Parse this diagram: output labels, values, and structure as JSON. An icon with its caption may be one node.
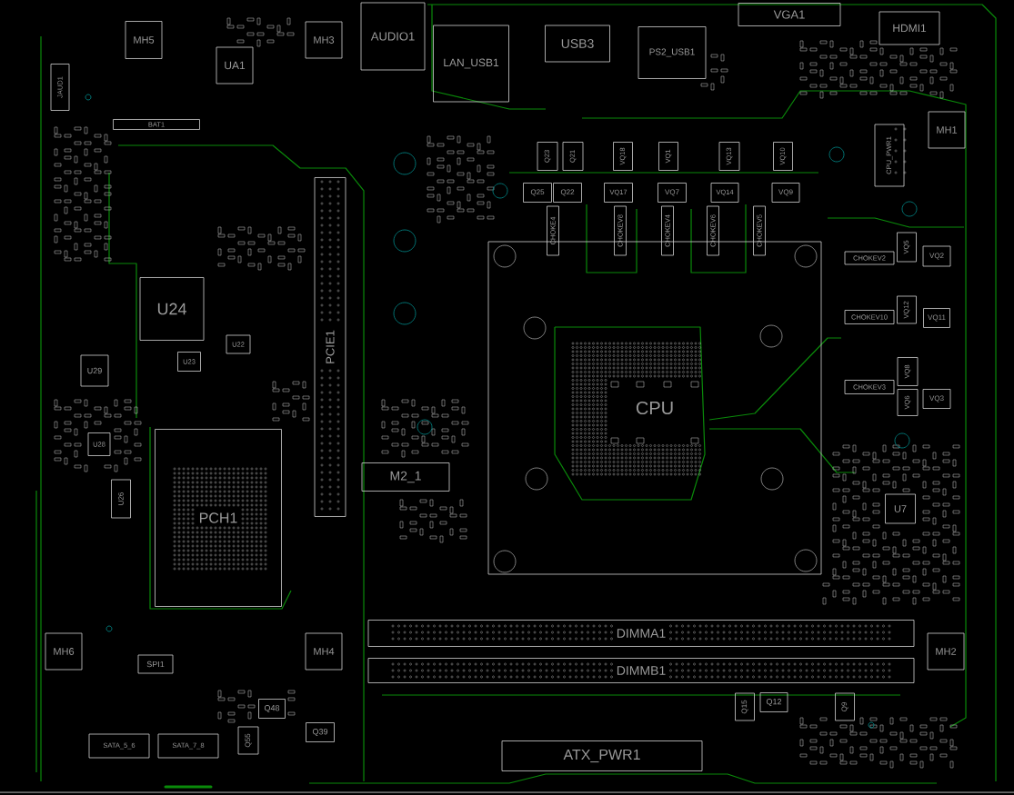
{
  "diagram": {
    "nodes": [
      {
        "text": [
          "MH5"
        ]
      },
      {
        "text": [
          "UA1"
        ]
      },
      {
        "text": [
          "MH3"
        ]
      },
      {
        "text": [
          "AUDIO1"
        ]
      },
      {
        "text": [
          "LAN_USB1"
        ]
      },
      {
        "text": [
          "USB3"
        ]
      },
      {
        "text": [
          "PS2_USB1"
        ]
      },
      {
        "text": [
          "VGA1"
        ]
      },
      {
        "text": [
          "HDMI1"
        ]
      },
      {
        "text": [
          "JAUD1"
        ]
      },
      {
        "text": [
          "BAT1"
        ]
      },
      {
        "text": [
          "MH1"
        ]
      },
      {
        "text": [
          "CPU_PWR1"
        ]
      },
      {
        "text": [
          "Q23"
        ]
      },
      {
        "text": [
          "Q21"
        ]
      },
      {
        "text": [
          "VQ18"
        ]
      },
      {
        "text": [
          "VQ1"
        ]
      },
      {
        "text": [
          "VQ13"
        ]
      },
      {
        "text": [
          "VQ10"
        ]
      },
      {
        "text": [
          "Q25"
        ]
      },
      {
        "text": [
          "Q22"
        ]
      },
      {
        "text": [
          "VQ17"
        ]
      },
      {
        "text": [
          "VQ7"
        ]
      },
      {
        "text": [
          "VQ14"
        ]
      },
      {
        "text": [
          "VQ9"
        ]
      },
      {
        "text": [
          "CHOKE4"
        ]
      },
      {
        "text": [
          "CHOKEV8"
        ]
      },
      {
        "text": [
          "CHOKEV4"
        ]
      },
      {
        "text": [
          "CHOKEV6"
        ]
      },
      {
        "text": [
          "CHOKEV5"
        ]
      },
      {
        "text": [
          "CHOKEV2"
        ]
      },
      {
        "text": [
          "VQ5"
        ]
      },
      {
        "text": [
          "VQ2"
        ]
      },
      {
        "text": [
          "U24"
        ]
      },
      {
        "text": [
          "PCIE1"
        ]
      },
      {
        "text": [
          "CHOKEV10"
        ]
      },
      {
        "text": [
          "VQ12"
        ]
      },
      {
        "text": [
          "VQ11"
        ]
      },
      {
        "text": [
          "U22"
        ]
      },
      {
        "text": [
          "U23"
        ]
      },
      {
        "text": [
          "U29"
        ]
      },
      {
        "text": [
          "CPU"
        ]
      },
      {
        "text": [
          "CHOKEV3"
        ]
      },
      {
        "text": [
          "VQ8"
        ]
      },
      {
        "text": [
          "VQ6"
        ]
      },
      {
        "text": [
          "VQ3"
        ]
      },
      {
        "text": [
          "U28"
        ]
      },
      {
        "text": [
          "M2_1"
        ]
      },
      {
        "text": [
          "U26"
        ]
      },
      {
        "text": [
          "PCH1"
        ]
      },
      {
        "text": [
          "U7"
        ]
      },
      {
        "text": [
          "DIMMA1"
        ]
      },
      {
        "text": [
          "MH6"
        ]
      },
      {
        "text": [
          "MH4"
        ]
      },
      {
        "text": [
          "MH2"
        ]
      },
      {
        "text": [
          "SPI1"
        ]
      },
      {
        "text": [
          "DIMMB1"
        ]
      },
      {
        "text": [
          "Q15"
        ]
      },
      {
        "text": [
          "Q12"
        ]
      },
      {
        "text": [
          "Q9"
        ]
      },
      {
        "text": [
          "Q48"
        ]
      },
      {
        "text": [
          "Q39"
        ]
      },
      {
        "text": [
          "Q55"
        ]
      },
      {
        "text": [
          "SATA_5_6"
        ]
      },
      {
        "text": [
          "SATA_7_8"
        ]
      },
      {
        "text": [
          "ATX_PWR1"
        ]
      }
    ]
  }
}
